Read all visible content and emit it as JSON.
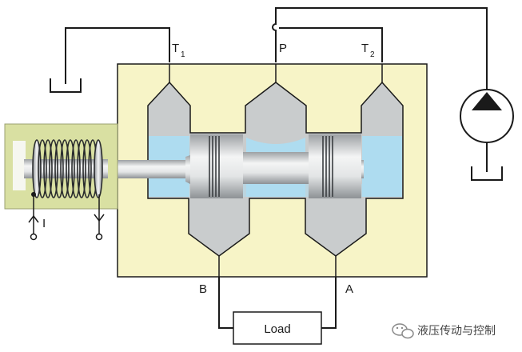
{
  "ports": {
    "t1": "T",
    "t1_sub": "1",
    "p": "P",
    "t2": "T",
    "t2_sub": "2",
    "b": "B",
    "a": "A"
  },
  "load_label": "Load",
  "current_label": "I",
  "watermark": "液压传动与控制",
  "colors": {
    "body": "#f7f4c7",
    "chamber": "#c9cccd",
    "fluid": "#aedcf0",
    "solenoid": "#d9e0a2",
    "line": "#1a1a1a"
  }
}
